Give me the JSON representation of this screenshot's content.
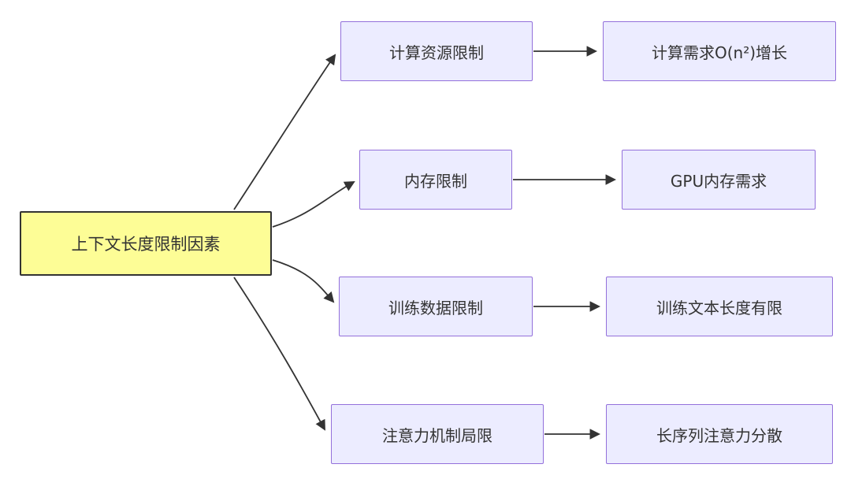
{
  "diagram": {
    "title": "context-length-limitation-flowchart",
    "root": {
      "label": "上下文长度限制因素"
    },
    "branches": [
      {
        "mid": "计算资源限制",
        "end": "计算需求O(n²)增长"
      },
      {
        "mid": "内存限制",
        "end": "GPU内存需求"
      },
      {
        "mid": "训练数据限制",
        "end": "训练文本长度有限"
      },
      {
        "mid": "注意力机制局限",
        "end": "长序列注意力分散"
      }
    ],
    "colors": {
      "root_bg": "#FDFD96",
      "root_border": "#333333",
      "node_bg": "#ECECFF",
      "node_border": "#9370DB",
      "edge": "#333333",
      "text": "#333333",
      "background": "#FFFFFF"
    }
  }
}
